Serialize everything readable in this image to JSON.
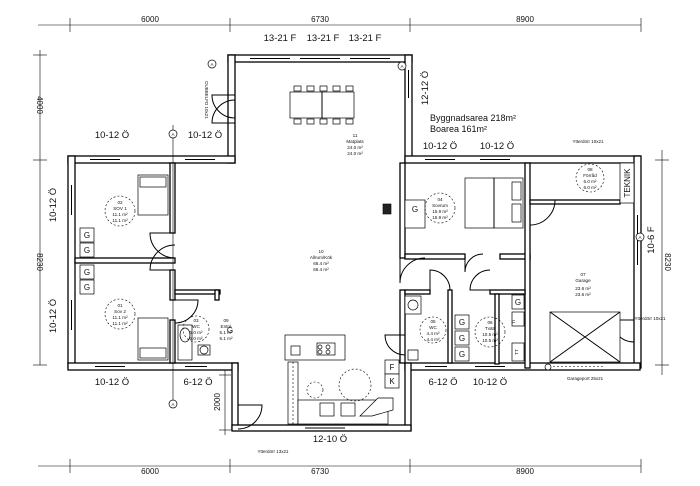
{
  "area_info": {
    "line1": "Byggnadsarea 218m²",
    "line2": "Boarea 161m²"
  },
  "dimensions": {
    "top": [
      "6000",
      "6730",
      "8900"
    ],
    "bottom": [
      "6000",
      "6730",
      "8900"
    ],
    "left_upper": "4000",
    "left_main": "8230",
    "right_main": "8230",
    "entry_depth": "2000"
  },
  "windows": {
    "top_mid_1": "13-21 F",
    "top_mid_2": "13-21 F",
    "top_mid_3": "13-21 F",
    "right_upper": "12-12 Ö",
    "left_wing_1": "10-12 Ö",
    "left_wing_2": "10-12 Ö",
    "right_wing_1": "10-12 Ö",
    "right_wing_2": "10-12 Ö",
    "left_side_1": "10-12 Ö",
    "left_side_2": "10-12 Ö",
    "right_side": "10-6 F",
    "bottom_1": "10-12 Ö",
    "bottom_2": "6-12 Ö",
    "bottom_3": "6-12 Ö",
    "bottom_4": "10-12 Ö",
    "bottom_entry": "12-10 Ö"
  },
  "doors": {
    "double_door": "DUBBELFD 10x21",
    "exterior_door_1": "Ytterdörr 10x21",
    "exterior_door_2": "Ytterdörr 10x21",
    "exterior_door_3": "Ytterdörr 13x21",
    "garage_door": "Garageport 25x21"
  },
  "rooms": [
    {
      "num": "11",
      "name": "Matplats",
      "a": "24.0 m²",
      "b": "24.0 m²"
    },
    {
      "num": "10",
      "name": "Allrum/Kök",
      "a": "66.4 m²",
      "b": "66.4 m²"
    },
    {
      "num": "02",
      "name": "SOV 1",
      "a": "11.1 m²",
      "b": "11.1 m²"
    },
    {
      "num": "01",
      "name": "Sov 2",
      "a": "11.1 m²",
      "b": "11.1 m²"
    },
    {
      "num": "03",
      "name": "WC",
      "a": "5.0 m²",
      "b": "5.0 m²"
    },
    {
      "num": "09",
      "name": "Entré",
      "a": "5.1 m²",
      "b": "5.1 m²"
    },
    {
      "num": "04",
      "name": "Sovrum",
      "a": "15.9 m²",
      "b": "15.9 m²"
    },
    {
      "num": "08",
      "name": "Förråd",
      "a": "6.0 m²",
      "b": "6.0 m²"
    },
    {
      "num": "07",
      "name": "Garage",
      "a": "23.6 m²",
      "b": "23.6 m²"
    },
    {
      "num": "05",
      "name": "WC",
      "a": "4.4 m²",
      "b": "4.4 m²"
    },
    {
      "num": "06",
      "name": "Tvätt",
      "a": "10.5 m²",
      "b": "10.5 m²"
    }
  ],
  "labels": {
    "teknik": "TEKNIK",
    "g": "G",
    "k": "K",
    "f": "F",
    "tt": "TT",
    "ti": "TI",
    "axis": "A"
  }
}
